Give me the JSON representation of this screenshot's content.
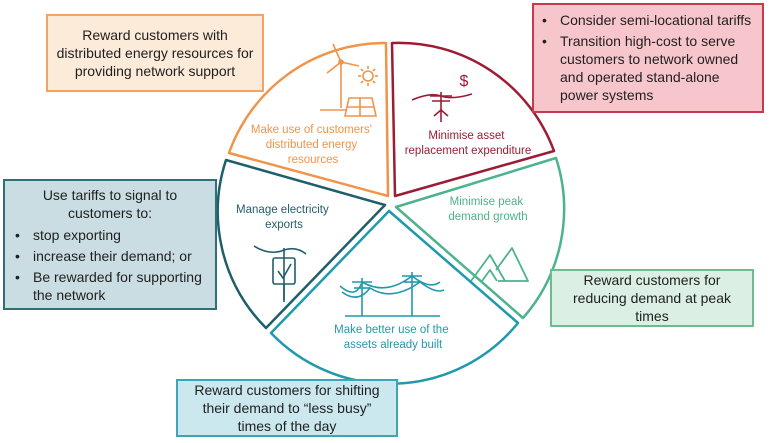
{
  "segments": {
    "orange": {
      "label_lines": [
        "Make use of customers'",
        "distributed energy",
        "resources"
      ],
      "color": "#f0944a",
      "icon": "wind-solar-icon"
    },
    "red": {
      "label_lines": [
        "Minimise asset",
        "replacement expenditure"
      ],
      "color": "#9c1c34",
      "icon": "power-pole-dollar-icon"
    },
    "green": {
      "label_lines": [
        "Minimise peak",
        "demand growth"
      ],
      "color": "#4cb38c",
      "icon": "peaks-icon"
    },
    "cyan": {
      "label_lines": [
        "Make better use of the",
        "assets already built"
      ],
      "color": "#1f9aad",
      "icon": "power-lines-icon"
    },
    "teal": {
      "label_lines": [
        "Manage electricity",
        "exports"
      ],
      "color": "#1f5f6b",
      "icon": "transformer-check-icon"
    }
  },
  "icon_text": {
    "dollar": "$",
    "check": "√"
  },
  "boxes": {
    "orange": {
      "text": "Reward customers with distributed energy resources for providing network support"
    },
    "red": {
      "bullets": [
        "Consider semi-locational tariffs",
        "Transition high-cost to serve customers to network owned and operated stand-alone power systems"
      ]
    },
    "teal": {
      "heading": "Use tariffs to signal to customers to:",
      "bullets": [
        "stop exporting",
        "increase their demand; or",
        "Be rewarded for supporting the network"
      ]
    },
    "green": {
      "text": "Reward customers for reducing demand at peak times"
    },
    "cyan": {
      "text": "Reward customers for shifting their demand to “less busy” times of the day"
    }
  }
}
